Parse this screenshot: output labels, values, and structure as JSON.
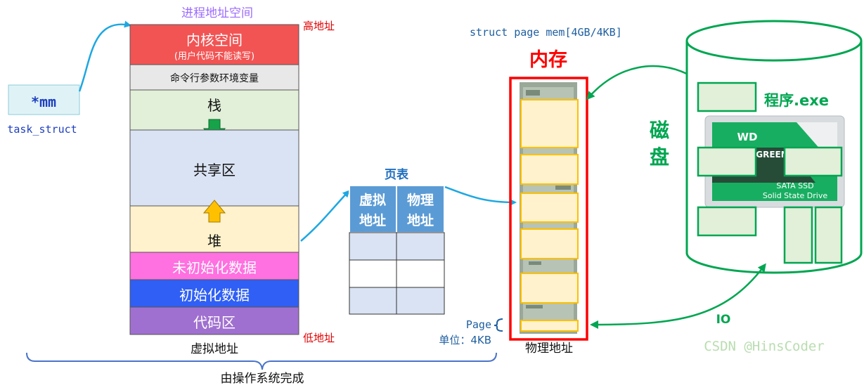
{
  "vspace": {
    "title": "进程地址空间",
    "high_addr": "高地址",
    "low_addr": "低地址",
    "kernel": "内核空间",
    "kernel_note": "(用户代码不能读写)",
    "cmdline_env": "命令行参数环境变量",
    "stack": "栈",
    "shared": "共享区",
    "heap": "堆",
    "bss": "未初始化数据",
    "data": "初始化数据",
    "text": "代码区",
    "caption": "虚拟地址"
  },
  "task": {
    "mm_label": "*mm",
    "struct_label": "task_struct"
  },
  "page_table": {
    "title": "页表",
    "col_virtual_1": "虚拟",
    "col_virtual_2": "地址",
    "col_physical_1": "物理",
    "col_physical_2": "地址"
  },
  "memory": {
    "struct_decl": "struct page mem[4GB/4KB]",
    "title": "内存",
    "caption": "物理地址",
    "page_label": "Page",
    "unit_label": "单位：4KB"
  },
  "disk": {
    "title_1": "磁",
    "title_2": "盘",
    "program": "程序.exe",
    "io": "IO",
    "ssd_brand": "WD",
    "ssd_green": "GREEN",
    "ssd_line1": "SATA SSD",
    "ssd_line2": "Solid State Drive"
  },
  "footer": {
    "os_done": "由操作系统完成",
    "watermark": "CSDN @HinsCoder"
  },
  "colors": {
    "kernel": "#f25454",
    "cmd": "#e8e8e8",
    "stack": "#e2efd9",
    "shared": "#dae3f3",
    "heap": "#fff2cc",
    "bss": "#ff70e0",
    "data": "#2f5ff5",
    "text": "#a070d0",
    "red": "#ff0000",
    "green": "#00a651",
    "blue_arrow": "#1ea7e1",
    "pt_header": "#5b9bd5",
    "pt_cell": "#dae3f3",
    "mem_page": "#ffd966",
    "mem_fill": "#fff2cc"
  }
}
